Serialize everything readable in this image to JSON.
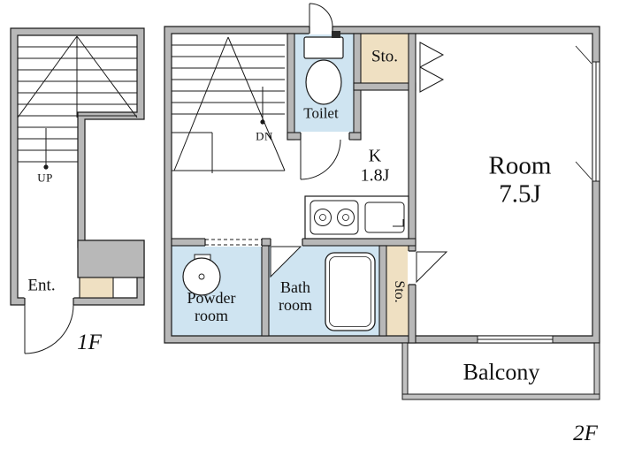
{
  "title": "Apartment floor plan 1F/2F",
  "colors": {
    "wall": "#b8b8b8",
    "balcony_wall": "#c2c2c2",
    "line": "#1a1a1a",
    "water_room": "#cfe4f1",
    "storage": "#efe0c2",
    "background": "#ffffff"
  },
  "floor1": {
    "label": "1F",
    "entrance": "Ent.",
    "stairs_up": "UP"
  },
  "floor2": {
    "label": "2F",
    "stairs_down": "DN",
    "storage_top": "Sto.",
    "toilet": "Toilet",
    "kitchen": "K\n1.8J",
    "room": "Room\n7.5J",
    "powder_room": "Powder\nroom",
    "bath_room": "Bath\nroom",
    "storage_side": "Sto.",
    "balcony": "Balcony"
  }
}
